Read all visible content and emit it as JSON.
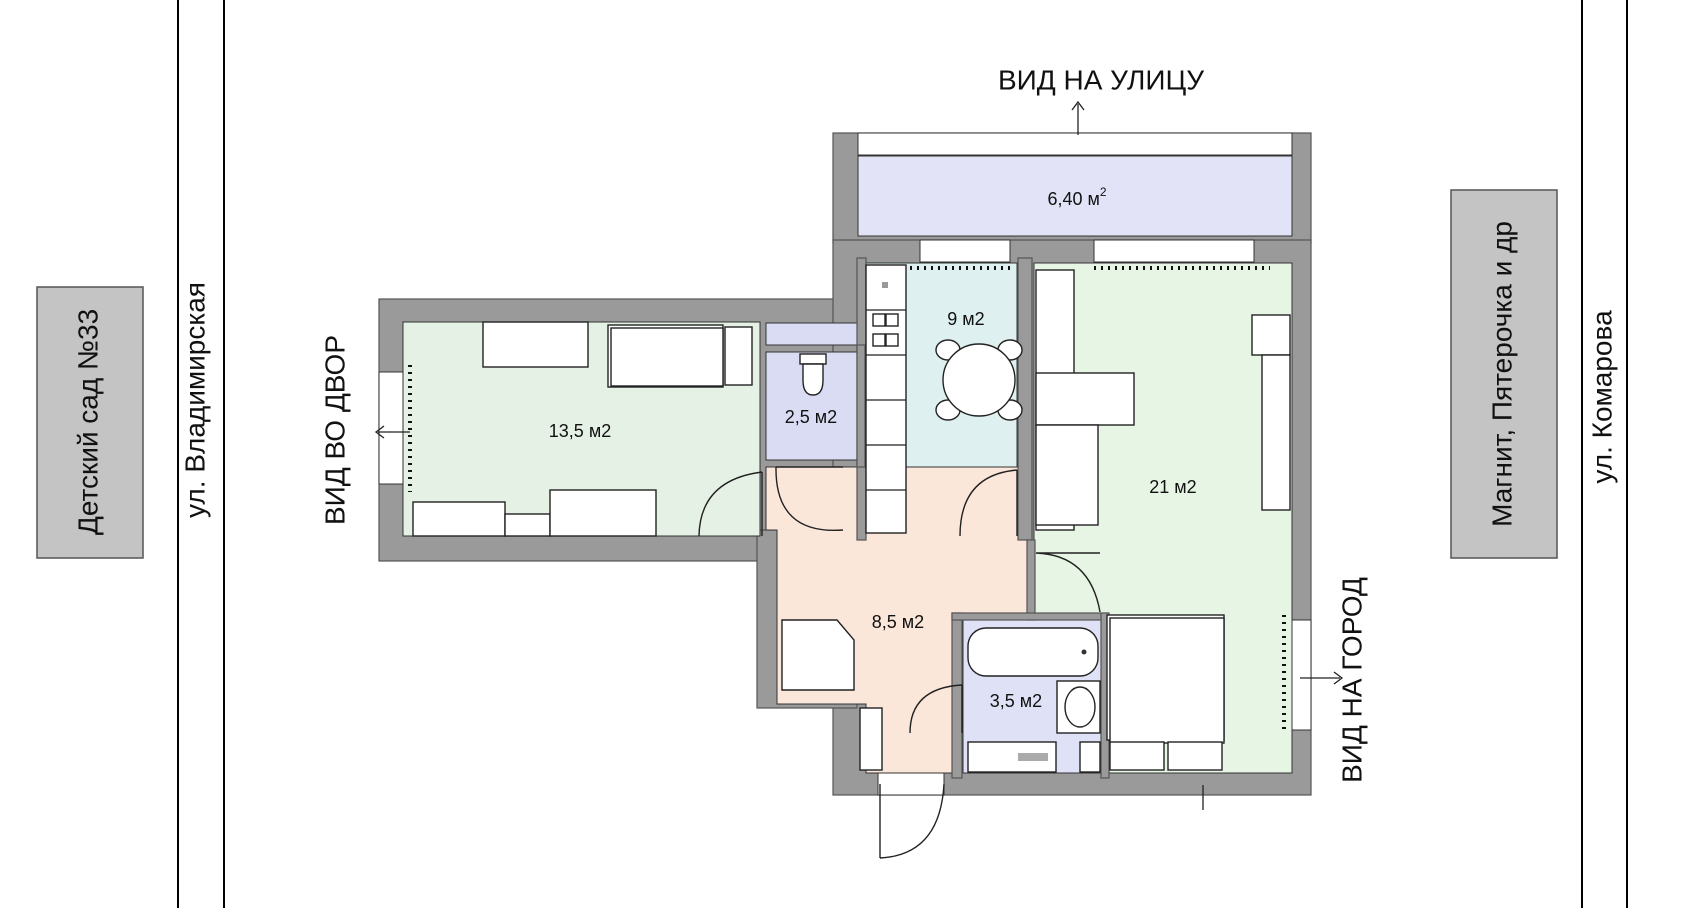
{
  "streets": {
    "left": "ул. Владимирская",
    "right": "ул. Комарова"
  },
  "surroundings": {
    "kindergarten": "Детский сад №33",
    "shops": "Магнит, Пятерочка и др"
  },
  "views": {
    "street": "ВИД НА УЛИЦУ",
    "yard": "ВИД ВО ДВОР",
    "city": "ВИД НА ГОРОД"
  },
  "rooms": {
    "balcony": "6,40 м",
    "balcony_sup": "2",
    "bedroom": "13,5 м2",
    "toilet": "2,5 м2",
    "kitchen": "9 м2",
    "living": "21 м2",
    "hall": "8,5 м2",
    "bath": "3,5 м2"
  },
  "colors": {
    "wall": "#9a9a9a",
    "balcony": "#e3e3f7",
    "bedroom": "#e6f1e6",
    "toilet": "#d9dcf3",
    "kitchen": "#def0ef",
    "living": "#e7f6e4",
    "hall": "#fbe6da",
    "bath": "#dfe2f7",
    "label_box": "#c4c4c4"
  }
}
